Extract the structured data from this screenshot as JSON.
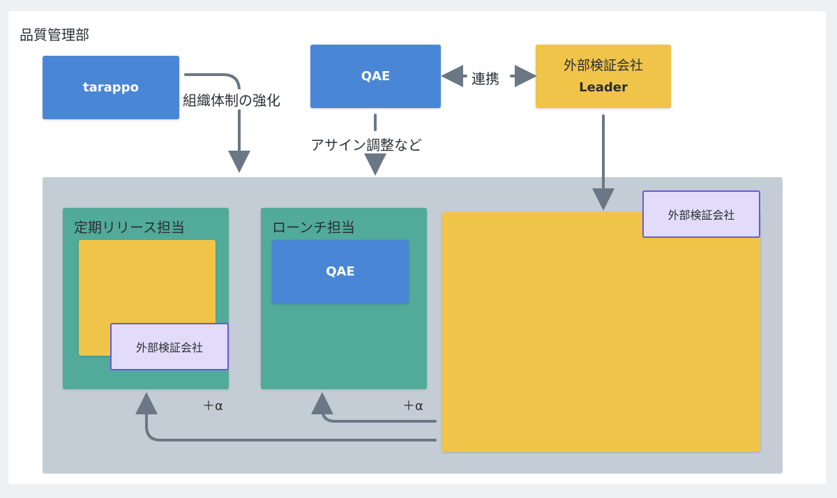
{
  "department": {
    "title": "品質管理部"
  },
  "top": {
    "tarappo": "tarappo",
    "qae": "QAE",
    "external_leader": {
      "line1": "外部検証会社",
      "line2": "Leader"
    }
  },
  "edge_labels": {
    "strengthen": "組織体制の強化",
    "assign": "アサイン調整など",
    "collaborate": "連携"
  },
  "teams": {
    "regular_release": {
      "title": "定期リリース担当",
      "vendor": "外部検証会社",
      "extra": "＋α"
    },
    "launch": {
      "title": "ローンチ担当",
      "member": "QAE",
      "extra": "＋α"
    },
    "external_pool": {
      "vendor": "外部検証会社"
    }
  },
  "colors": {
    "blue": "#4a86d6",
    "yellow": "#f0c449",
    "teal": "#52aa9a",
    "lavender": "#e2dcfa",
    "lavender_border": "#6a58d6",
    "group_gray": "#c4cdd5",
    "arrow": "#6b7784"
  }
}
